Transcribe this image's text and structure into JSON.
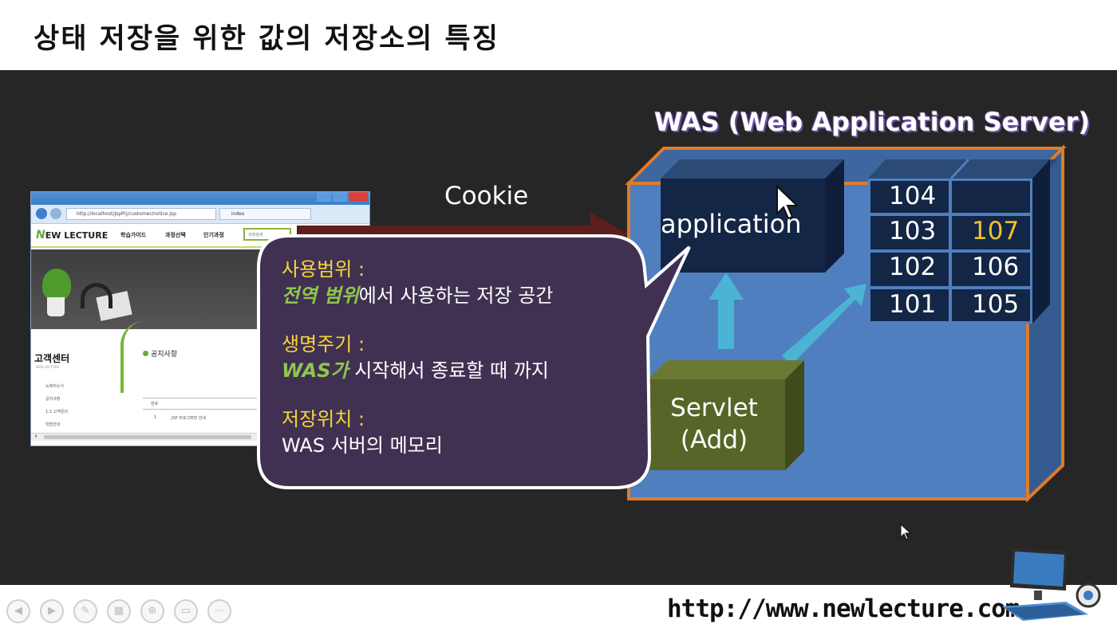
{
  "slide": {
    "title": "상태 저장을 위한 값의 저장소의 특징"
  },
  "browser": {
    "url": "http://localhost/JspPrj/customer/notice.jsp",
    "tab": "index",
    "logo": "EW LECTURE",
    "menu": [
      "학습가이드",
      "과정선택",
      "인기과정"
    ],
    "search_placeholder": "과정검색",
    "sidebar_title": "고객센터",
    "sidebar_sub": "NEW LECTURE",
    "sidebar_items": [
      "뉴렉처소식",
      "공지사항",
      "1:1 고객문의",
      "학습안내"
    ],
    "notice_title": "공지사항",
    "table_header": "번호",
    "table_row_num": "1",
    "table_row_title": "JSP 프로그래밍 안내"
  },
  "diagram": {
    "cookie_label": "Cookie",
    "was_title": "WAS (Web Application Server)",
    "application_label": "application",
    "servlet_line1": "Servlet",
    "servlet_line2": "(Add)",
    "storage_cells": {
      "r1c1": "104",
      "r2c1": "103",
      "r2c2": "107",
      "r3c1": "102",
      "r3c2": "106",
      "r4c1": "101",
      "r4c2": "105"
    },
    "colors": {
      "was_fill": "#4f7fbf",
      "was_border": "#e07b2b",
      "cube_dark": "#132646",
      "servlet_fill": "#566528",
      "arrow": "#4bb4d4",
      "highlight_value": "#f2c12e"
    }
  },
  "callout": {
    "scope_heading": "사용범위 :",
    "scope_emphasis": "전역 범위",
    "scope_text": "에서 사용하는 저장 공간",
    "lifecycle_heading": "생명주기 :",
    "lifecycle_emphasis": "WAS가",
    "lifecycle_text": " 시작해서 종료할 때 까지",
    "location_heading": "저장위치 :",
    "location_text": "WAS 서버의 메모리"
  },
  "footer": {
    "url": "http://www.newlecture.com"
  }
}
